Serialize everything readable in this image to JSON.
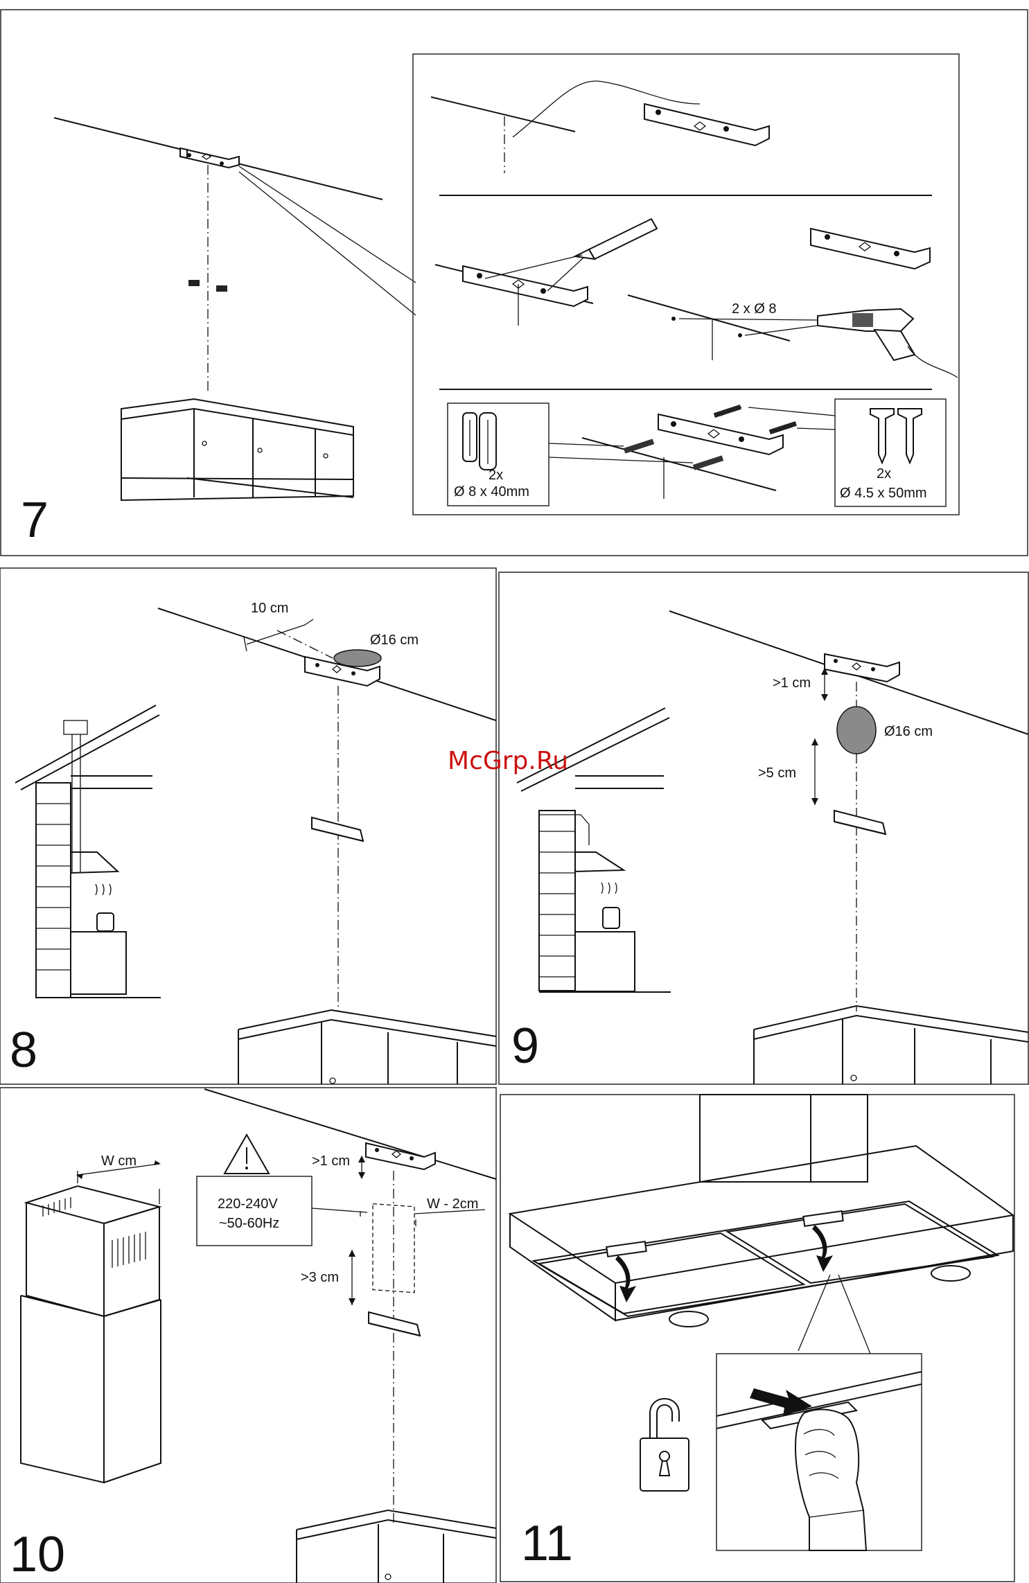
{
  "watermark": "McGrp.Ru",
  "steps": {
    "s7": {
      "number": "7"
    },
    "s8": {
      "number": "8"
    },
    "s9": {
      "number": "9"
    },
    "s10": {
      "number": "10"
    },
    "s11": {
      "number": "11"
    }
  },
  "labels": {
    "drill_holes": "2 x Ø 8",
    "plugs_count": "2x",
    "plugs_size": "Ø 8 x 40mm",
    "screws_count": "2x",
    "screws_size": "Ø 4.5 x 50mm",
    "dist_10cm": "10 cm",
    "dia_16cm_a": "Ø16 cm",
    "gt_1cm_a": ">1 cm",
    "dia_16cm_b": "Ø16 cm",
    "gt_5cm": ">5 cm",
    "w_cm": "W cm",
    "gt_1cm_b": ">1 cm",
    "w_minus_2cm": "W - 2cm",
    "gt_3cm": ">3 cm",
    "voltage": "220-240V",
    "frequency": "~50-60Hz"
  }
}
